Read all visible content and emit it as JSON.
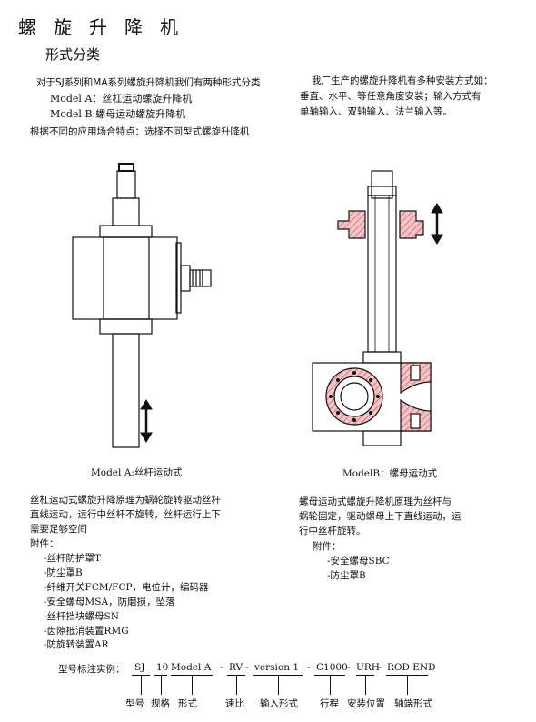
{
  "header": {
    "title": "螺旋升降机",
    "subtitle": "形式分类"
  },
  "intro": {
    "line1": "对于SJ系列和MA系列螺旋升降机我们有两种形式分类",
    "model_a": "Model  A：丝杠运动螺旋升降机",
    "model_b": "Model  B:螺母运动螺旋升降机",
    "note": "根据不同的应用场合特点：选择不同型式螺旋升降机"
  },
  "install": {
    "line1": "我厂生产的螺旋升降机有多种安装方式如：",
    "line2": "垂直、水平、等任意角度安装；输入方式有",
    "line3": "单轴输入、双轴输入、法兰输入等。"
  },
  "figures": {
    "caption_a": "Model A:丝杆运动式",
    "caption_b": "ModelB：螺母运动式"
  },
  "model_a_desc": {
    "lines": [
      "丝杠运动式螺旋升降原理为蜗轮旋转驱动丝杆",
      "直线运动，运行中丝杆不旋转，丝杆运行上下",
      "需要足够空间"
    ],
    "accessories_label": "附件：",
    "accessories": [
      "-丝杆防护罩T",
      "-防尘罩B",
      "-纤维开关FCM/FCP，电位计，编码器",
      "-安全螺母MSA，防磨损，坠落",
      "-丝杆挡块螺母SN",
      "-齿隙抵消装置RMG",
      "-防旋转装置AR"
    ]
  },
  "model_b_desc": {
    "lines": [
      "螺母运动式螺旋升降机原理为丝杆与",
      "蜗轮固定，驱动螺母上下直线运动，运",
      "行中丝杆旋转。"
    ],
    "accessories_label": "附件：",
    "accessories": [
      "-安全螺母SBC",
      "-防尘罩B"
    ]
  },
  "model_code": {
    "label": "型号标注实例：",
    "parts": [
      "SJ",
      "10",
      "Model A",
      "-",
      "RV",
      "-",
      "version 1",
      "-",
      "C1000",
      "-",
      "URH",
      "-",
      "ROD END"
    ],
    "meanings": [
      "型号",
      "规格",
      "形式",
      "速比",
      "输入形式",
      "行程",
      "安装位置",
      "轴端形式"
    ]
  }
}
